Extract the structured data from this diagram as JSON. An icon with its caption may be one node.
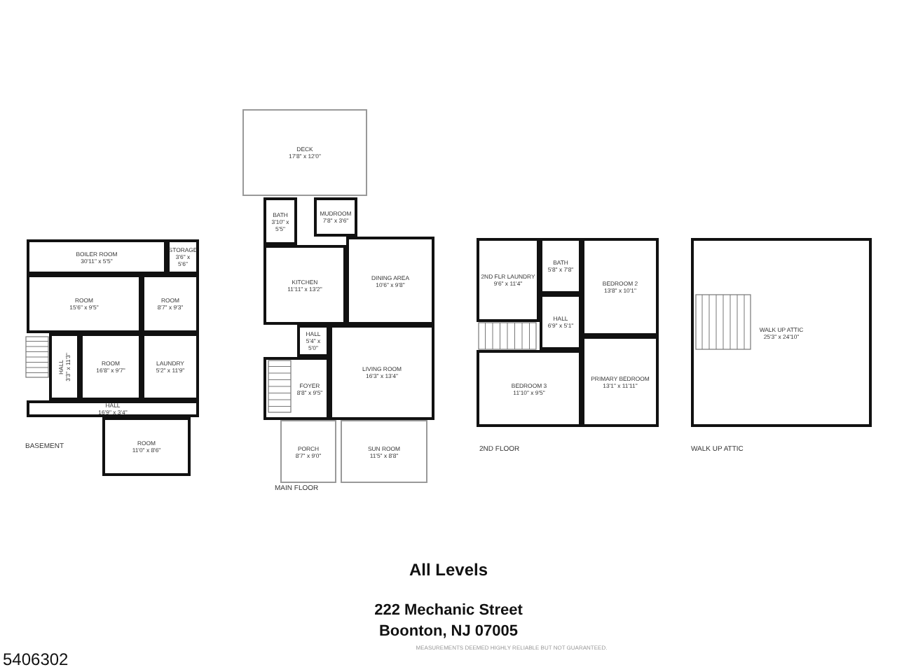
{
  "diagram": {
    "title": "All Levels",
    "nodes": [
      {
        "text": [
          "BOILER ROOM",
          "30'11\" x 5'5\""
        ]
      },
      {
        "text": [
          "STORAGE",
          "3'6\" x 5'6\""
        ]
      },
      {
        "text": [
          "ROOM",
          "15'6\" x 9'5\""
        ]
      },
      {
        "text": [
          "ROOM",
          "8'7\" x 9'3\""
        ]
      },
      {
        "text": [
          "HALL",
          "3'3\" x 11'3\""
        ]
      },
      {
        "text": [
          "ROOM",
          "16'8\" x 9'7\""
        ]
      },
      {
        "text": [
          "LAUNDRY",
          "5'2\" x 11'9\""
        ]
      },
      {
        "text": [
          "HALL",
          "16'9\" x 3'4\""
        ]
      },
      {
        "text": [
          "ROOM",
          "11'0\" x 8'6\""
        ]
      },
      {
        "text": [
          "DECK",
          "17'8\" x 12'0\""
        ]
      },
      {
        "text": [
          "BATH",
          "3'10\" x 5'5\""
        ]
      },
      {
        "text": [
          "MUDROOM",
          "7'8\" x 3'6\""
        ]
      },
      {
        "text": [
          "KITCHEN",
          "11'11\" x 13'2\""
        ]
      },
      {
        "text": [
          "DINING AREA",
          "10'6\" x 9'8\""
        ]
      },
      {
        "text": [
          "HALL",
          "5'4\" x 5'0\""
        ]
      },
      {
        "text": [
          "FOYER",
          "8'8\" x 9'5\""
        ]
      },
      {
        "text": [
          "LIVING ROOM",
          "16'3\" x 13'4\""
        ]
      },
      {
        "text": [
          "PORCH",
          "8'7\" x 9'0\""
        ]
      },
      {
        "text": [
          "SUN ROOM",
          "11'5\" x 8'8\""
        ]
      },
      {
        "text": [
          "2ND FLR LAUNDRY",
          "9'6\" x 11'4\""
        ]
      },
      {
        "text": [
          "BATH",
          "5'8\" x 7'8\""
        ]
      },
      {
        "text": [
          "BEDROOM 2",
          "13'8\" x 10'1\""
        ]
      },
      {
        "text": [
          "HALL",
          "6'9\" x 5'1\""
        ]
      },
      {
        "text": [
          "BEDROOM 3",
          "11'10\" x 9'5\""
        ]
      },
      {
        "text": [
          "PRIMARY BEDROOM",
          "13'1\" x 11'11\""
        ]
      },
      {
        "text": [
          "WALK UP ATTIC",
          "25'3\" x 24'10\""
        ]
      }
    ],
    "edges": [],
    "labels": [
      "BASEMENT",
      "MAIN FLOOR",
      "2ND FLOOR",
      "WALK UP ATTIC",
      "222 Mechanic Street",
      "Boonton, NJ 07005",
      "MEASUREMENTS DEEMED HIGHLY RELIABLE BUT NOT GUARANTEED.",
      "5406302"
    ]
  }
}
